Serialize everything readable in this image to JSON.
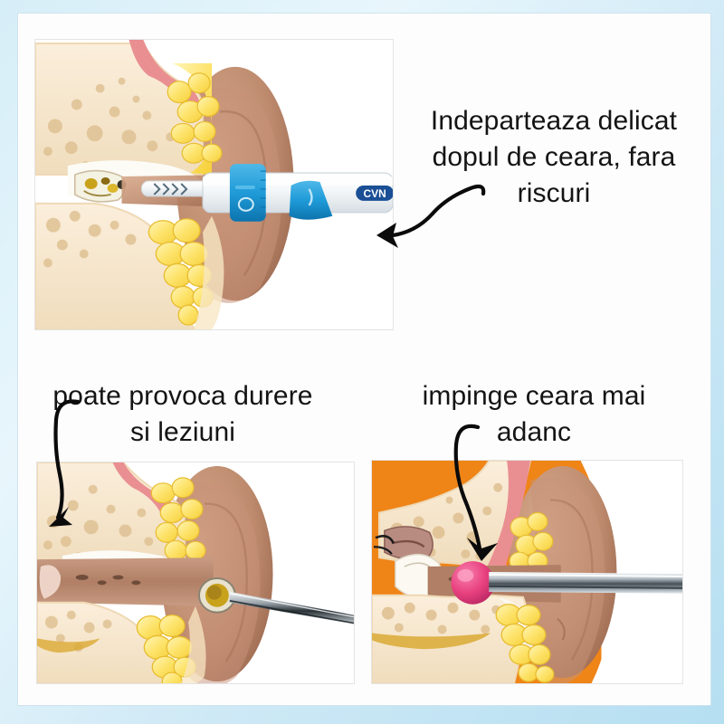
{
  "theme": {
    "frame_gradient_start": "#d6eef8",
    "frame_gradient_end": "#b5dff1",
    "panel_background": "#ffffff",
    "panel_border": "#e4e4e4",
    "caption_color": "#141414",
    "arrow_color": "#0b0b0b",
    "device_blue": "#1f9bd8",
    "wax_yellow": "#c9a21c",
    "wax_pink": "#e8417f",
    "orange_background": "#ef8417",
    "skin_tone": "#c08f74",
    "bone_cream": "#f6e4c8",
    "cartilage_pink": "#e98f92"
  },
  "panels": {
    "top": {
      "name": "ear-device-illustration",
      "description": "Cross-section of ear canal with blue and white electronic ear wax removal device inserted",
      "device_logo_text": "CVN",
      "background": "#ffffff"
    },
    "bottom_left": {
      "name": "ear-metal-loop-tool-illustration",
      "description": "Cross-section of ear canal with metal loop pick tool touching yellow ear wax",
      "background": "#ffffff"
    },
    "bottom_right": {
      "name": "ear-cotton-swab-illustration",
      "description": "Cross-section of ear canal on orange background with metal rod pushing pink wax plug deeper",
      "background": "#ef8417"
    }
  },
  "captions": {
    "top": "Indeparteaza delicat dopul de ceara, fara riscuri",
    "bottom_left": "poate provoca durere si leziuni",
    "bottom_right": "impinge ceara mai adanc"
  },
  "annotations": {
    "arrow_top": "s-curve-arrow-pointing-left",
    "arrow_bottom_left": "s-curve-arrow-pointing-down-left",
    "arrow_bottom_right": "s-curve-arrow-pointing-down-right"
  }
}
